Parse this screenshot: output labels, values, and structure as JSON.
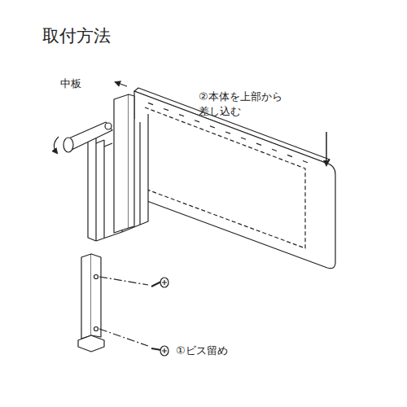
{
  "diagram": {
    "title": "取付方法",
    "labels": [
      "中板",
      "②本体を上部から 差し込む",
      "①ビス留め"
    ]
  }
}
